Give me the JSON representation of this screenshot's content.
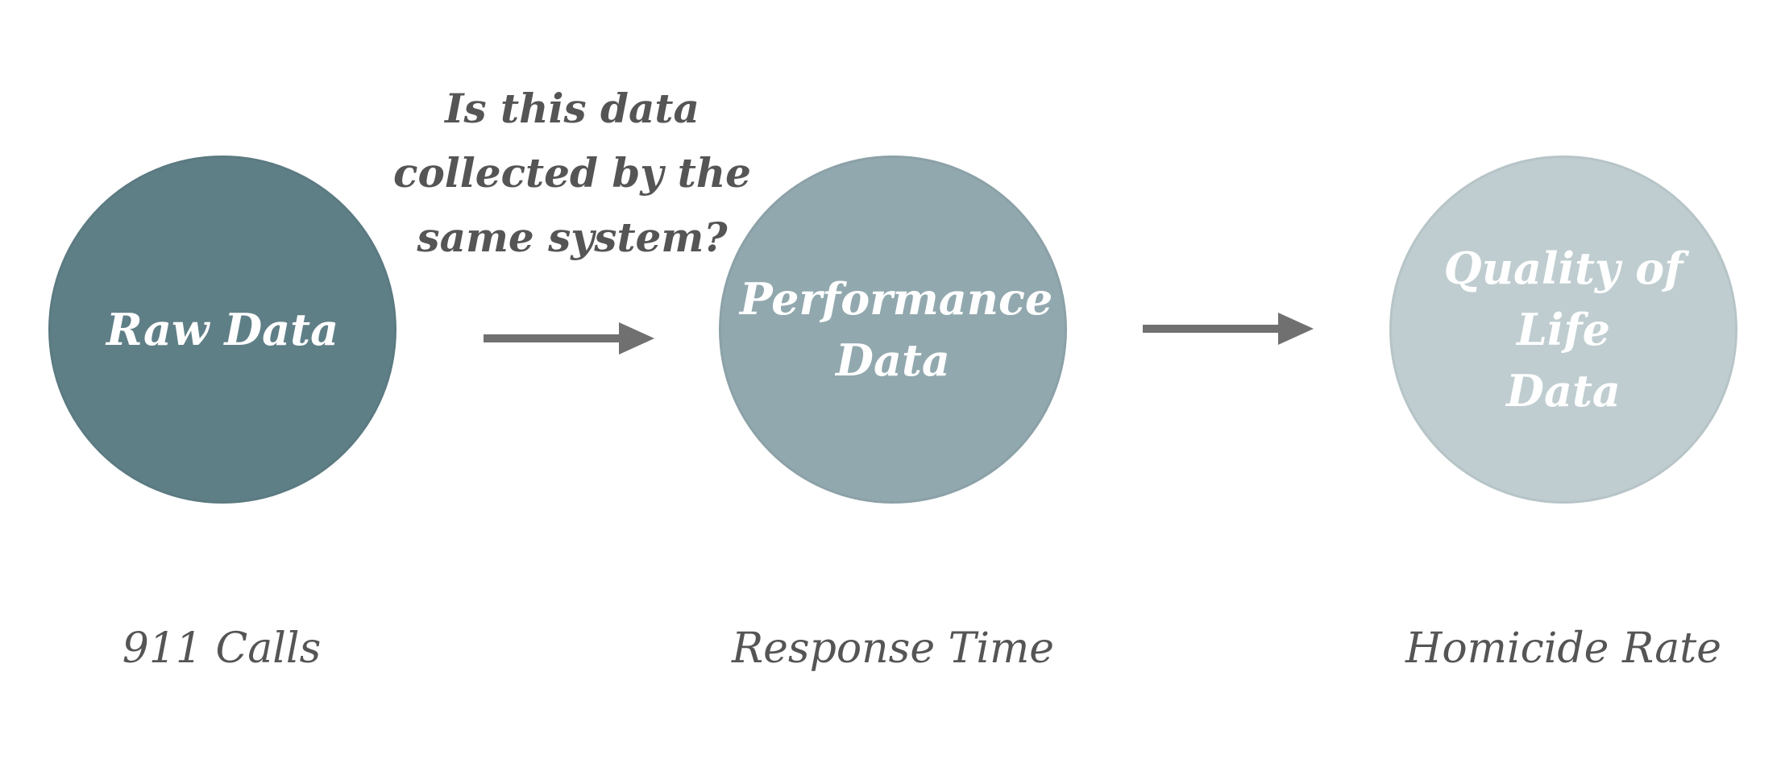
{
  "question": "Is this data\ncollected by the\nsame system?",
  "nodes": [
    {
      "label": "Raw Data",
      "caption": "911 Calls",
      "color": "#5f7f87"
    },
    {
      "label": "Performance\nData",
      "caption": "Response Time",
      "color": "#91a8ae"
    },
    {
      "label": "Quality of Life\nData",
      "caption": "Homicide Rate",
      "color": "#bfcdd0"
    }
  ],
  "arrow_color": "#707070"
}
